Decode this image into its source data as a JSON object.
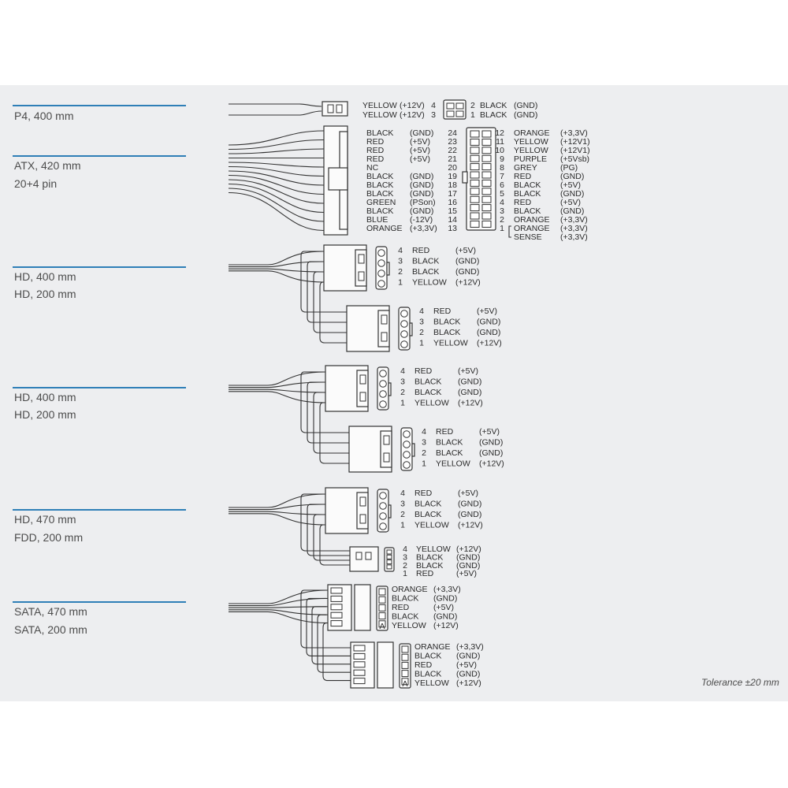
{
  "sections": [
    {
      "id": "p4",
      "labels": [
        "P4, 400 mm"
      ]
    },
    {
      "id": "atx",
      "labels": [
        "ATX, 420 mm",
        "20+4 pin"
      ]
    },
    {
      "id": "hd1",
      "labels": [
        "HD, 400 mm",
        "HD, 200 mm"
      ]
    },
    {
      "id": "hd2",
      "labels": [
        "HD, 400 mm",
        "HD, 200 mm"
      ]
    },
    {
      "id": "hdfdd",
      "labels": [
        "HD, 470 mm",
        "FDD, 200 mm"
      ]
    },
    {
      "id": "sata",
      "labels": [
        "SATA, 470 mm",
        "SATA, 200 mm"
      ]
    }
  ],
  "p4": {
    "left": [
      {
        "color": "YELLOW",
        "volt": "(+12V)",
        "pin": "4"
      },
      {
        "color": "YELLOW",
        "volt": "(+12V)",
        "pin": "3"
      }
    ],
    "right": [
      {
        "pin": "2",
        "color": "BLACK",
        "volt": "(GND)"
      },
      {
        "pin": "1",
        "color": "BLACK",
        "volt": "(GND)"
      }
    ]
  },
  "atx": {
    "left": [
      {
        "color": "BLACK",
        "volt": "(GND)",
        "pin": "24"
      },
      {
        "color": "RED",
        "volt": "(+5V)",
        "pin": "23"
      },
      {
        "color": "RED",
        "volt": "(+5V)",
        "pin": "22"
      },
      {
        "color": "RED",
        "volt": "(+5V)",
        "pin": "21"
      },
      {
        "color": "NC",
        "volt": "",
        "pin": "20"
      },
      {
        "color": "BLACK",
        "volt": "(GND)",
        "pin": "19"
      },
      {
        "color": "BLACK",
        "volt": "(GND)",
        "pin": "18"
      },
      {
        "color": "BLACK",
        "volt": "(GND)",
        "pin": "17"
      },
      {
        "color": "GREEN",
        "volt": "(PSon)",
        "pin": "16"
      },
      {
        "color": "BLACK",
        "volt": "(GND)",
        "pin": "15"
      },
      {
        "color": "BLUE",
        "volt": "(-12V)",
        "pin": "14"
      },
      {
        "color": "ORANGE",
        "volt": "(+3,3V)",
        "pin": "13"
      }
    ],
    "right": [
      {
        "pin": "12",
        "color": "ORANGE",
        "volt": "(+3,3V)"
      },
      {
        "pin": "11",
        "color": "YELLOW",
        "volt": "(+12V1)"
      },
      {
        "pin": "10",
        "color": "YELLOW",
        "volt": "(+12V1)"
      },
      {
        "pin": "9",
        "color": "PURPLE",
        "volt": "(+5Vsb)"
      },
      {
        "pin": "8",
        "color": "GREY",
        "volt": "(PG)"
      },
      {
        "pin": "7",
        "color": "RED",
        "volt": "(GND)"
      },
      {
        "pin": "6",
        "color": "BLACK",
        "volt": "(+5V)"
      },
      {
        "pin": "5",
        "color": "BLACK",
        "volt": "(GND)"
      },
      {
        "pin": "4",
        "color": "RED",
        "volt": "(+5V)"
      },
      {
        "pin": "3",
        "color": "BLACK",
        "volt": "(GND)"
      },
      {
        "pin": "2",
        "color": "ORANGE",
        "volt": "(+3,3V)"
      },
      {
        "pin": "1",
        "color": "ORANGE",
        "volt": "(+3,3V)"
      },
      {
        "pin": "",
        "color": "SENSE",
        "volt": "(+3,3V)"
      }
    ]
  },
  "molex_pins": [
    {
      "pin": "4",
      "color": "RED",
      "volt": "(+5V)"
    },
    {
      "pin": "3",
      "color": "BLACK",
      "volt": "(GND)"
    },
    {
      "pin": "2",
      "color": "BLACK",
      "volt": "(GND)"
    },
    {
      "pin": "1",
      "color": "YELLOW",
      "volt": "(+12V)"
    }
  ],
  "fdd_pins": [
    {
      "pin": "4",
      "color": "YELLOW",
      "volt": "(+12V)"
    },
    {
      "pin": "3",
      "color": "BLACK",
      "volt": "(GND)"
    },
    {
      "pin": "2",
      "color": "BLACK",
      "volt": "(GND)"
    },
    {
      "pin": "1",
      "color": "RED",
      "volt": "(+5V)"
    }
  ],
  "sata_pins": [
    {
      "color": "ORANGE",
      "volt": "(+3,3V)"
    },
    {
      "color": "BLACK",
      "volt": "(GND)"
    },
    {
      "color": "RED",
      "volt": "(+5V)"
    },
    {
      "color": "BLACK",
      "volt": "(GND)"
    },
    {
      "color": "YELLOW",
      "volt": "(+12V)"
    }
  ],
  "tolerance": "Tolerance ±20 mm",
  "colors": {
    "panel": "#edeef0",
    "accent": "#2f7fb7",
    "line": "#333333",
    "text": "#2a2a2a"
  }
}
